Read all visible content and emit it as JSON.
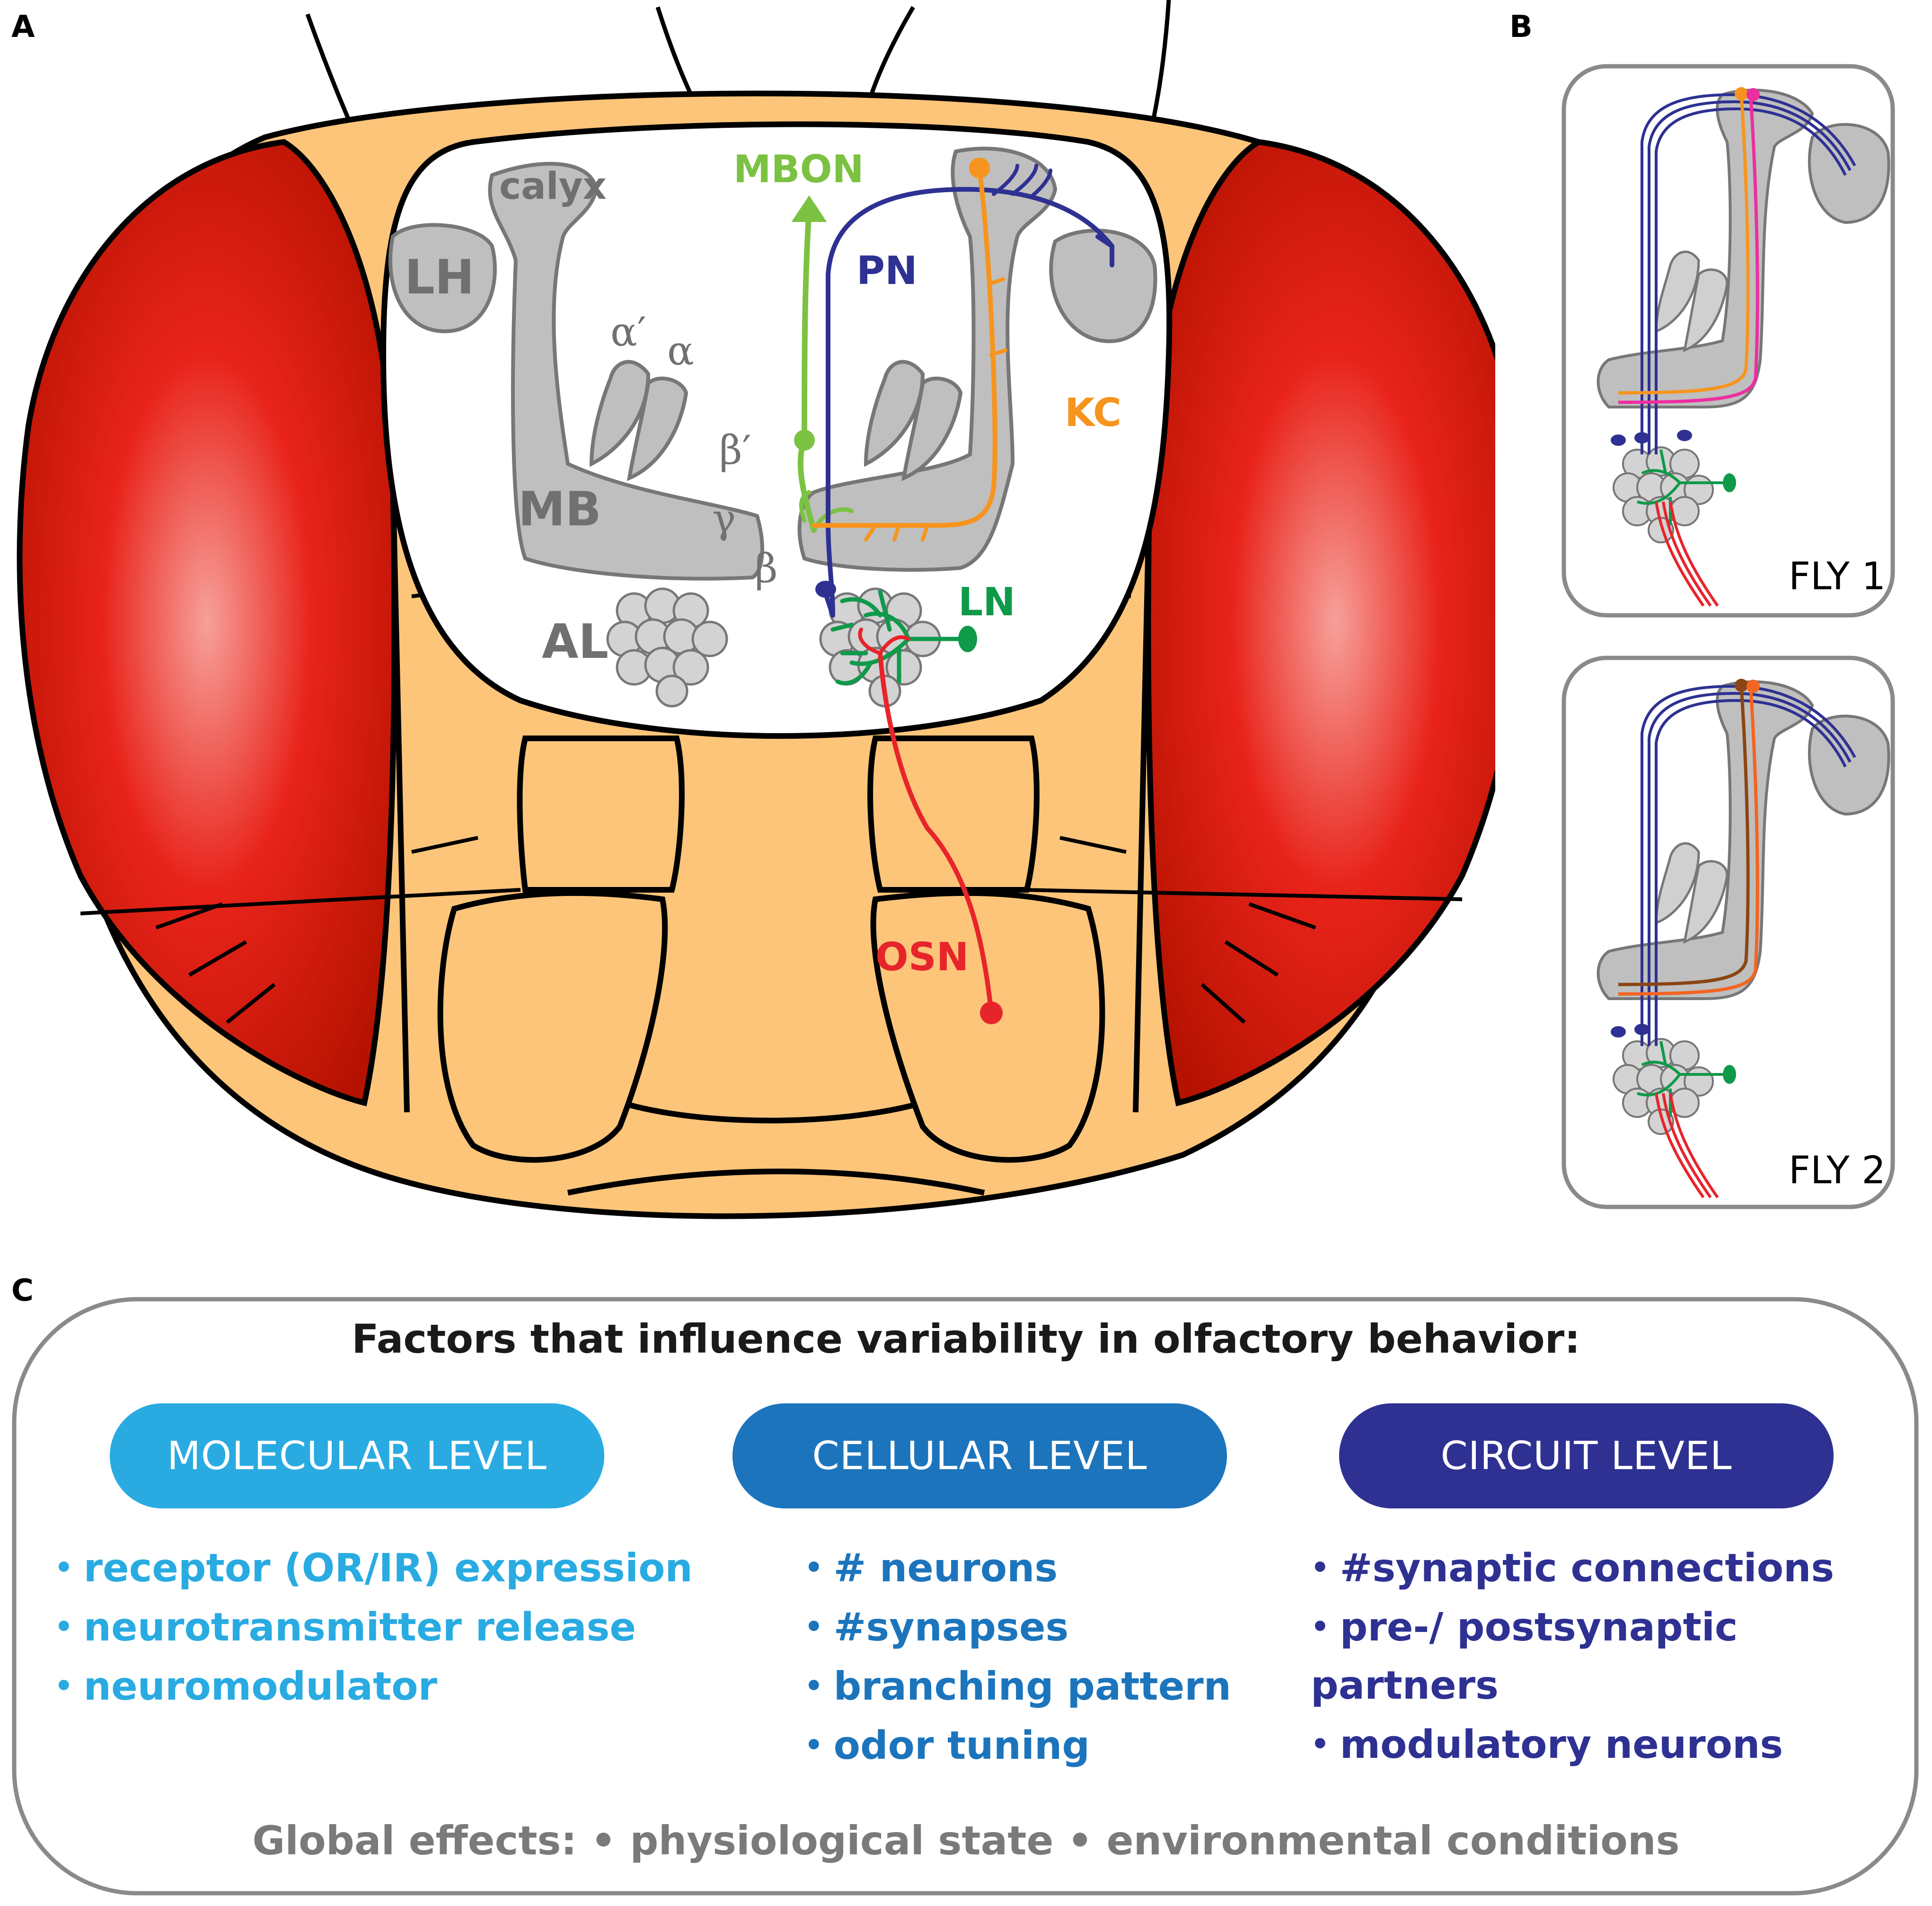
{
  "panels": {
    "a": "A",
    "b": "B",
    "c": "C"
  },
  "panel_a": {
    "labels": {
      "mbon": "MBON",
      "pn": "PN",
      "kc": "KC",
      "ln": "LN",
      "osn": "OSN",
      "lh": "LH",
      "calyx": "calyx",
      "mb": "MB",
      "al": "AL",
      "alpha_prime": "α′",
      "alpha": "α",
      "beta_prime": "β′",
      "gamma": "γ",
      "beta": "β"
    }
  },
  "panel_b": {
    "fly1": "FLY 1",
    "fly2": "FLY 2"
  },
  "panel_c": {
    "title": "Factors that influence variability in olfactory behavior:",
    "levels": [
      {
        "label": "MOLECULAR LEVEL",
        "items": [
          "receptor (OR/IR) expression",
          "neurotransmitter release",
          "neuromodulator"
        ]
      },
      {
        "label": "CELLULAR LEVEL",
        "items": [
          "# neurons",
          "#synapses",
          "branching pattern",
          "odor tuning"
        ]
      },
      {
        "label": "CIRCUIT LEVEL",
        "items": [
          "#synaptic connections",
          "pre-/ postsynaptic partners",
          "modulatory neurons"
        ]
      }
    ],
    "global_effects": "Global effects: • physiological state • environmental conditions"
  },
  "colors": {
    "head": "#fcc57a",
    "eye_dark": "#b51200",
    "eye_mid": "#e8231a",
    "eye_light": "#f7a09a",
    "neuropil": "#bfbfbf",
    "mbon": "#7cc242",
    "pn": "#2e3192",
    "kc": "#f7941d",
    "ln": "#0f9a4a",
    "osn": "#e8242b",
    "kc_fly1": "#ec2fa0",
    "kc_fly2": "#8b4513",
    "molecular": "#29abe2",
    "cellular": "#1c75bc",
    "circuit": "#2e3192",
    "global_text": "#7a7a7a"
  }
}
